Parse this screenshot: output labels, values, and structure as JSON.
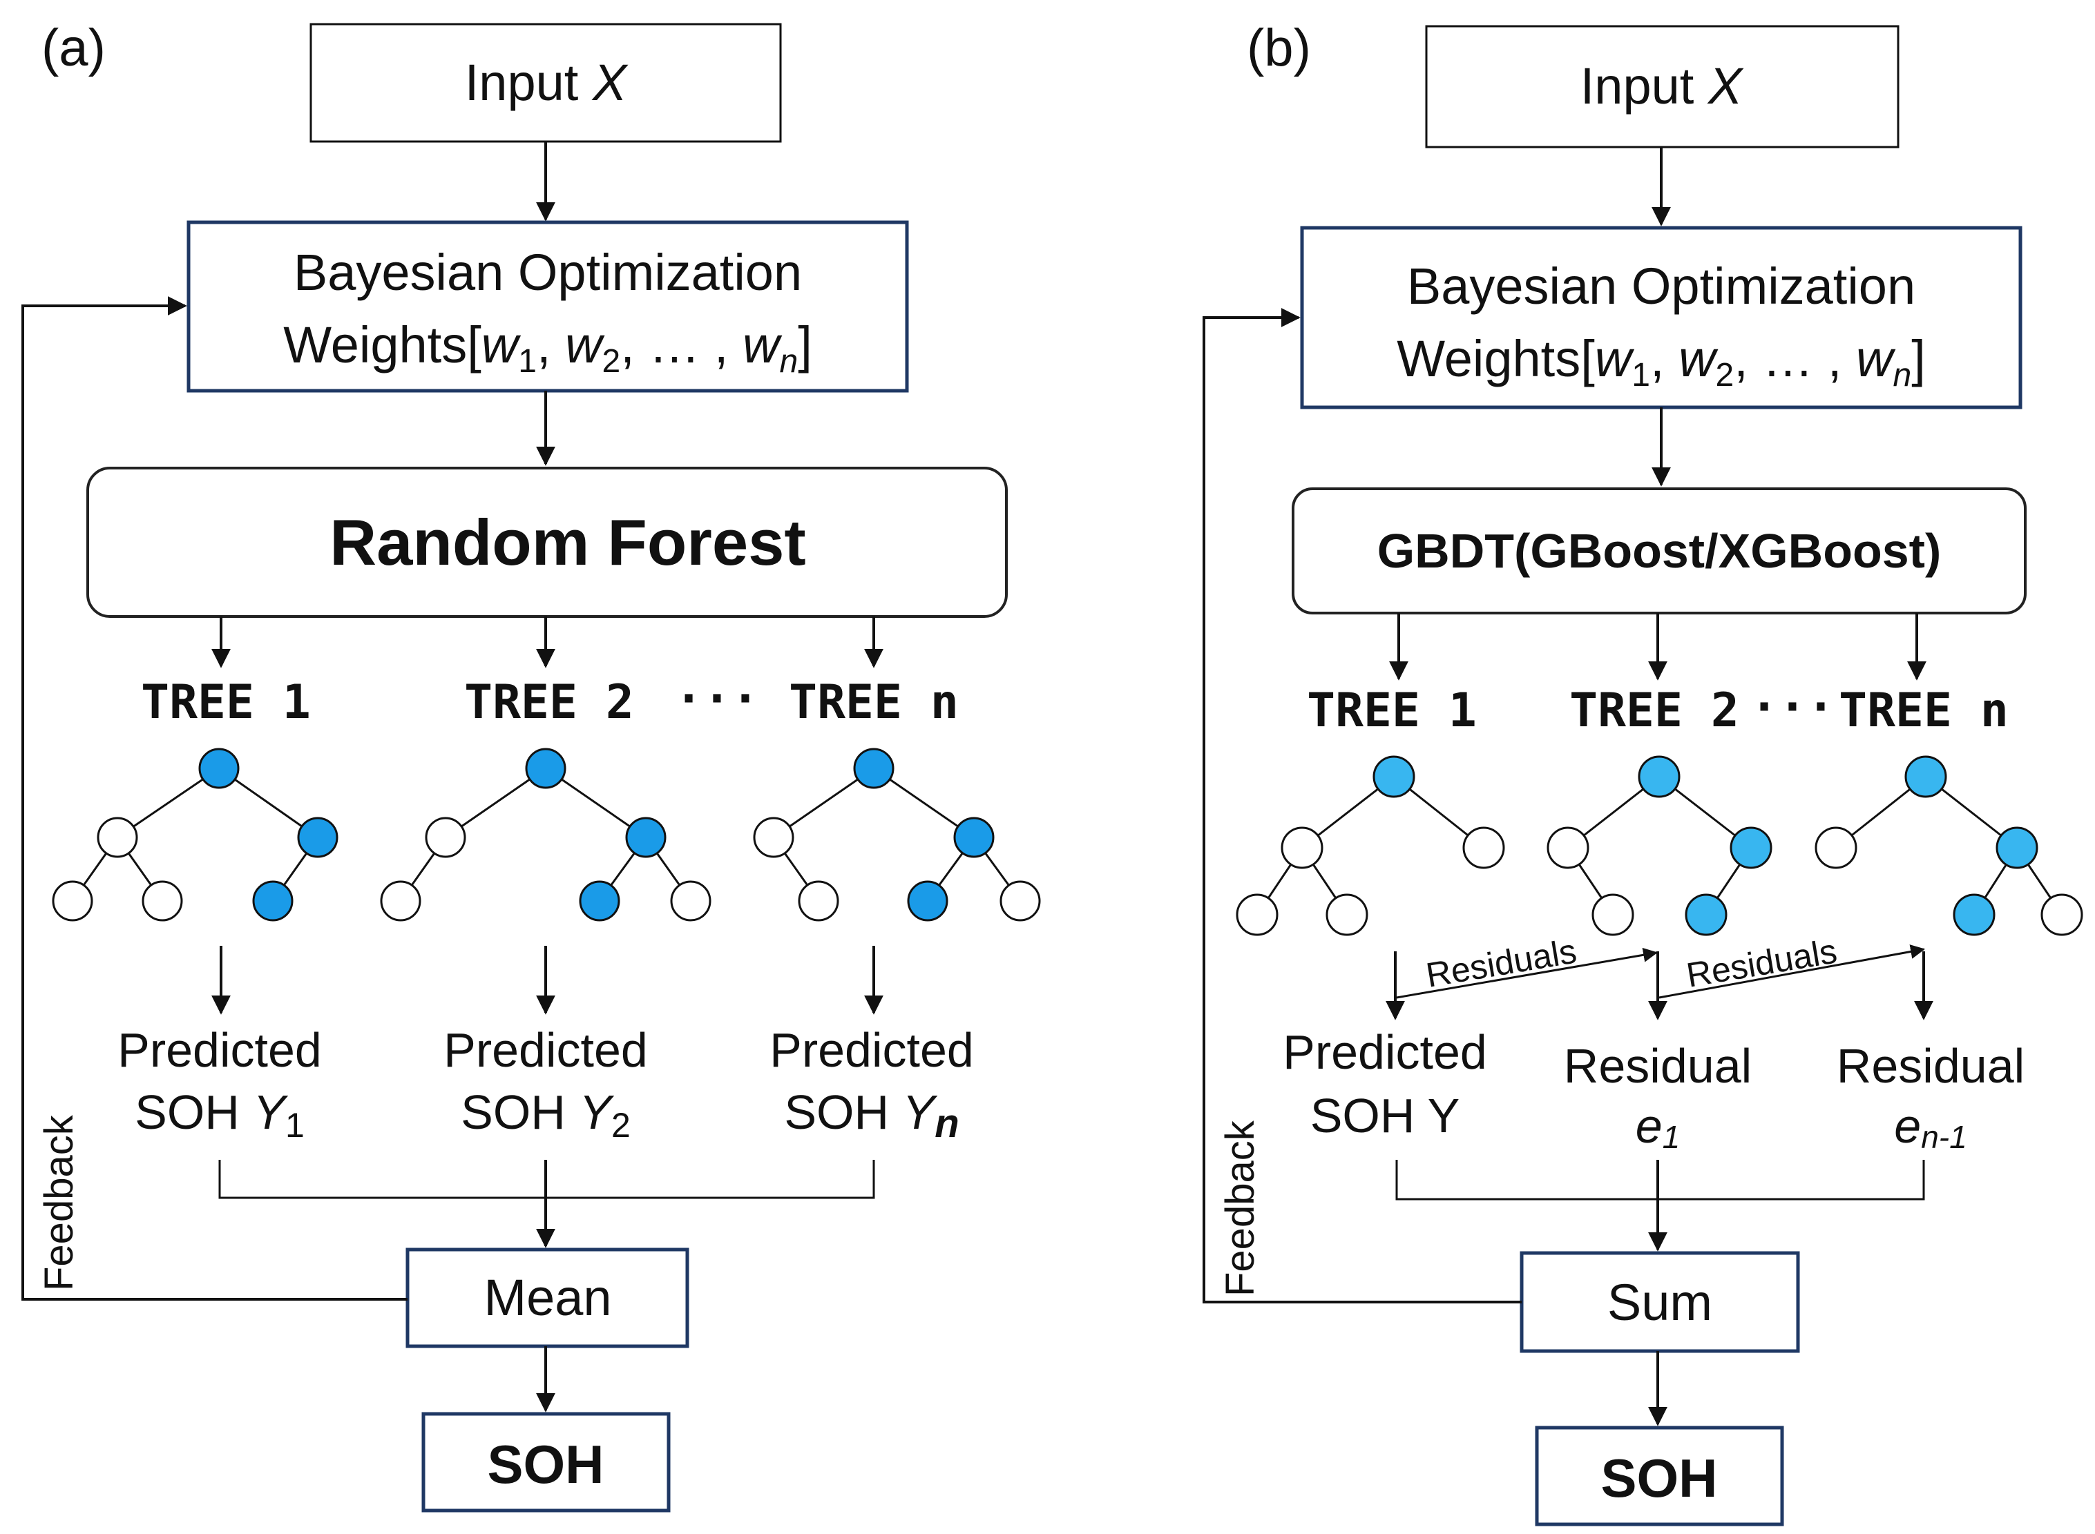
{
  "panel_a": {
    "label": "(a)",
    "input_prefix": "Input ",
    "input_var": "X",
    "bo_title": "Bayesian Optimization",
    "bo_weights": "Weights",
    "w1": "w",
    "w_sub1": "1",
    "w_sub2": "2",
    "w_subn": "n",
    "ellipsis": "…",
    "model": "Random Forest",
    "trees": [
      "TREE  1",
      "TREE  2",
      "TREE  n"
    ],
    "dots": "···",
    "predicted": "Predicted",
    "soh_prefix": "SOH ",
    "y": "Y",
    "y_subs": [
      "1",
      "2",
      "n"
    ],
    "aggregate": "Mean",
    "output": "SOH",
    "feedback": "Feedback"
  },
  "panel_b": {
    "label": "(b)",
    "input_prefix": "Input ",
    "input_var": "X",
    "bo_title": "Bayesian Optimization",
    "bo_weights": "Weights",
    "model": "GBDT(GBoost/XGBoost)",
    "trees": [
      "TREE  1",
      "TREE  2",
      "TREE  n"
    ],
    "dots": "···",
    "residuals_label": "Residuals",
    "predicted": "Predicted",
    "soh_y": "SOH Y",
    "residual": "Residual",
    "e": "e",
    "e_sub1": "1",
    "e_subn": "n-1",
    "aggregate": "Sum",
    "output": "SOH",
    "feedback": "Feedback"
  },
  "colors": {
    "box_border": "#1f3864",
    "node_blue": "#1a9be8",
    "node_white": "#ffffff",
    "line": "#111111"
  }
}
